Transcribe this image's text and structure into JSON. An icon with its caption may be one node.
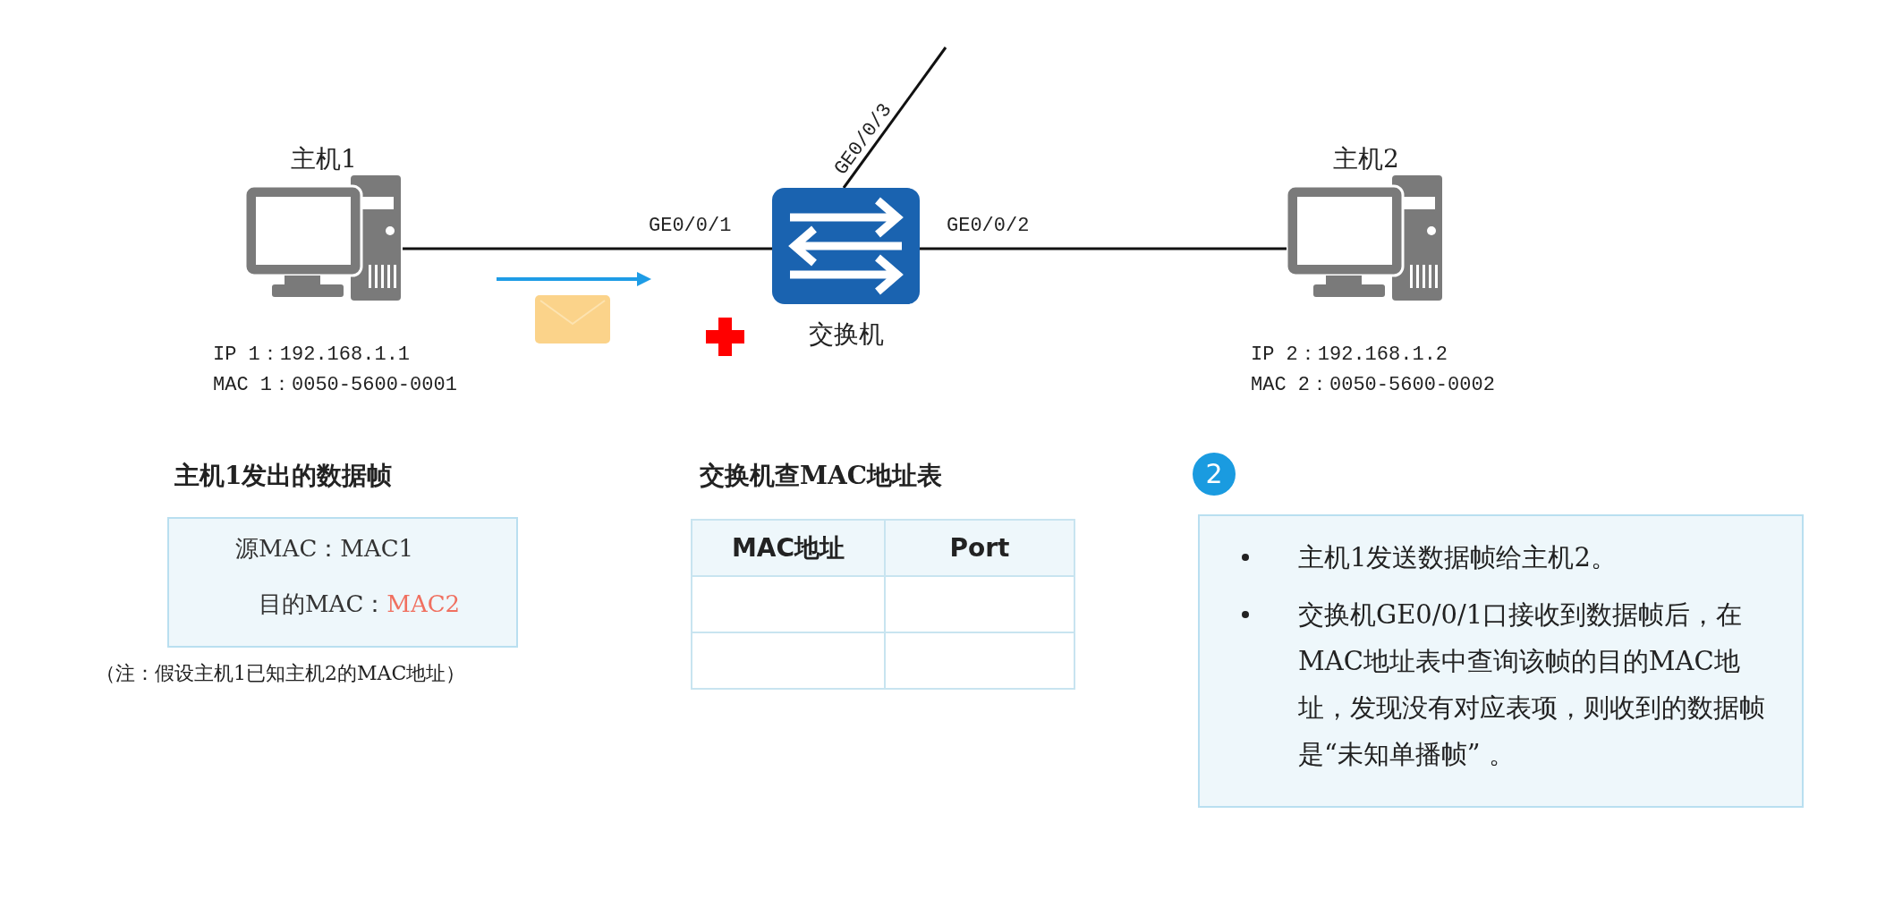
{
  "diagram": {
    "nodes": [
      {
        "text": [
          "主机1"
        ],
        "beside": [
          "IP 1：192.168.1.1",
          "MAC 1：0050-5600-0001"
        ]
      },
      {
        "text": [
          "交换机"
        ]
      },
      {
        "text": [
          "主机2"
        ],
        "beside": [
          "IP 2：192.168.1.2",
          "MAC 2：0050-5600-0002"
        ]
      },
      {
        "text": [
          "主机1发出的数据帧",
          "源MAC：MAC1",
          "目的MAC：",
          "MAC2"
        ],
        "beside": [
          "（注：假设主机1已知主机2的MAC地址）"
        ]
      },
      {
        "text": [
          "交换机查MAC地址表"
        ]
      },
      {
        "text": [
          "2"
        ]
      },
      {
        "text": [
          "主机1发送数据帧给主机2。",
          "交换机GE0/0/1口接收到数据帧后，在MAC地址表中查询该帧的目的MAC地址，发现没有对应表项，则收到的数据帧是“未知单播帧” 。"
        ]
      }
    ],
    "edges": [
      {
        "from": 0,
        "to": 1,
        "arrow": "none",
        "label": "GE0/0/1"
      },
      {
        "from": 1,
        "to": 2,
        "arrow": "none",
        "label": "GE0/0/2"
      },
      {
        "from": 1,
        "to": null,
        "arrow": "none",
        "label": "GE0/0/3"
      }
    ],
    "labels": [
      "MAC地址",
      "Port"
    ]
  }
}
